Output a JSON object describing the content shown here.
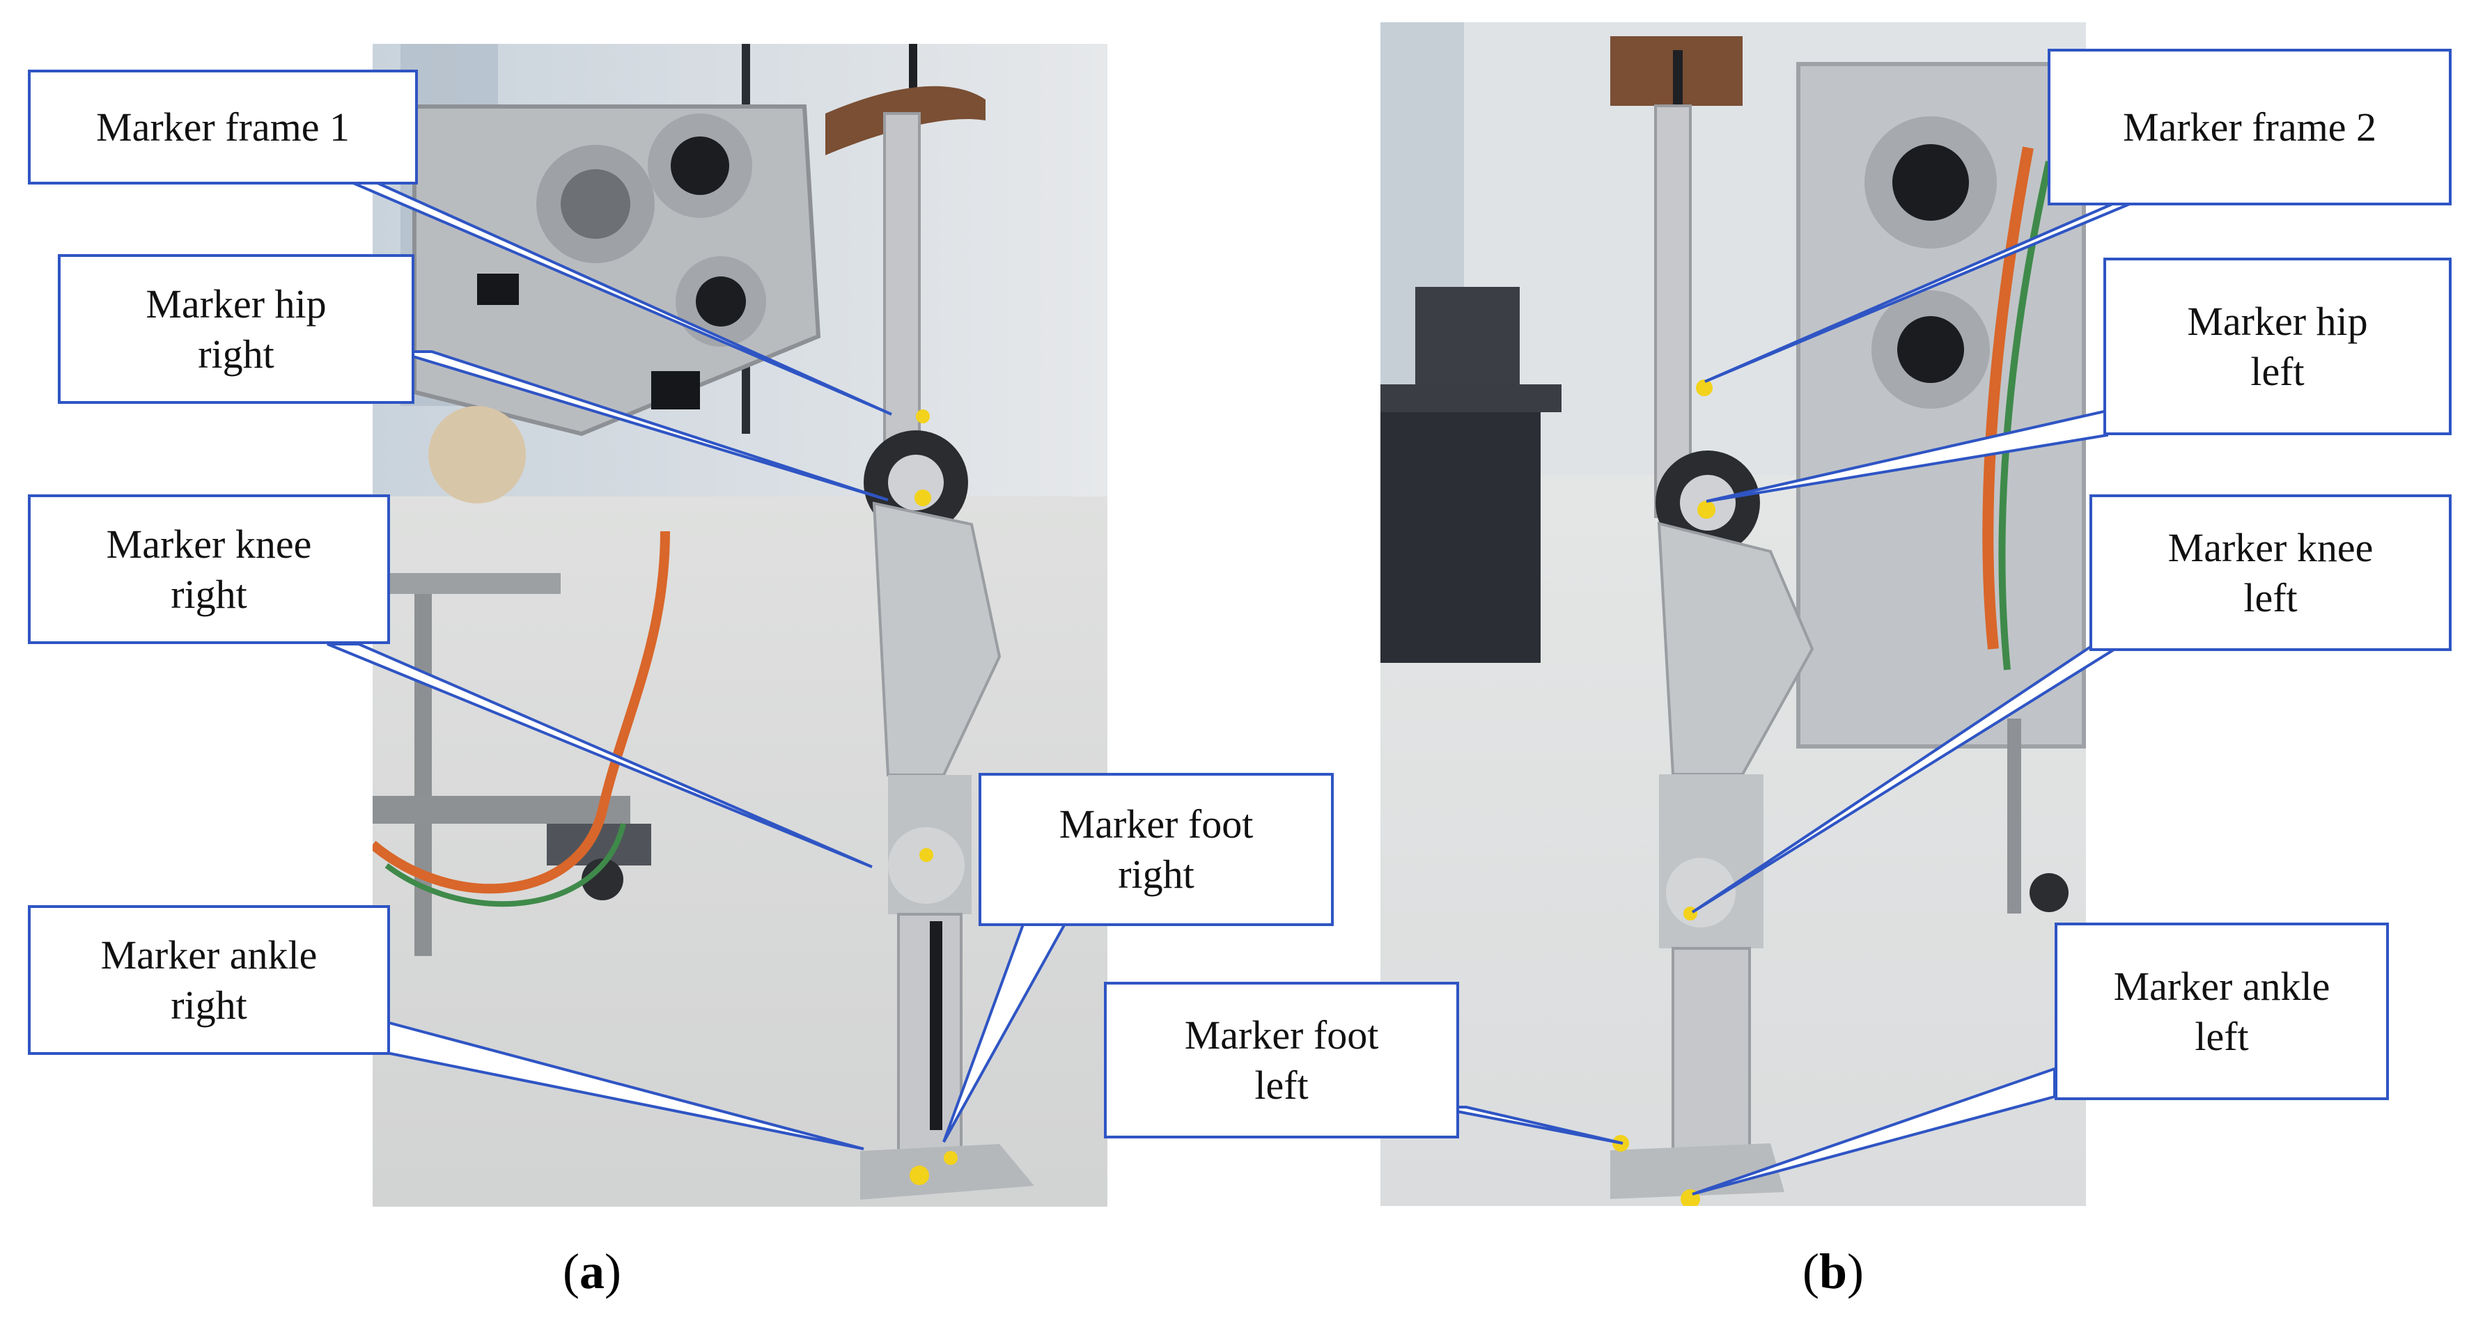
{
  "panel_a": {
    "caption_open": "(",
    "caption_letter": "a",
    "caption_close": ")",
    "callouts": {
      "frame": "Marker frame 1",
      "hip": "Marker hip\nright",
      "knee": "Marker knee\nright",
      "ankle": "Marker ankle\nright",
      "foot": "Marker foot\nright"
    }
  },
  "panel_b": {
    "caption_open": "(",
    "caption_letter": "b",
    "caption_close": ")",
    "callouts": {
      "frame": "Marker frame 2",
      "hip": "Marker hip\nleft",
      "knee": "Marker knee\nleft",
      "ankle": "Marker ankle\nleft",
      "foot": "Marker foot\nleft"
    }
  },
  "colors": {
    "callout_border": "#2f55c4",
    "marker": "#f2d21b"
  }
}
